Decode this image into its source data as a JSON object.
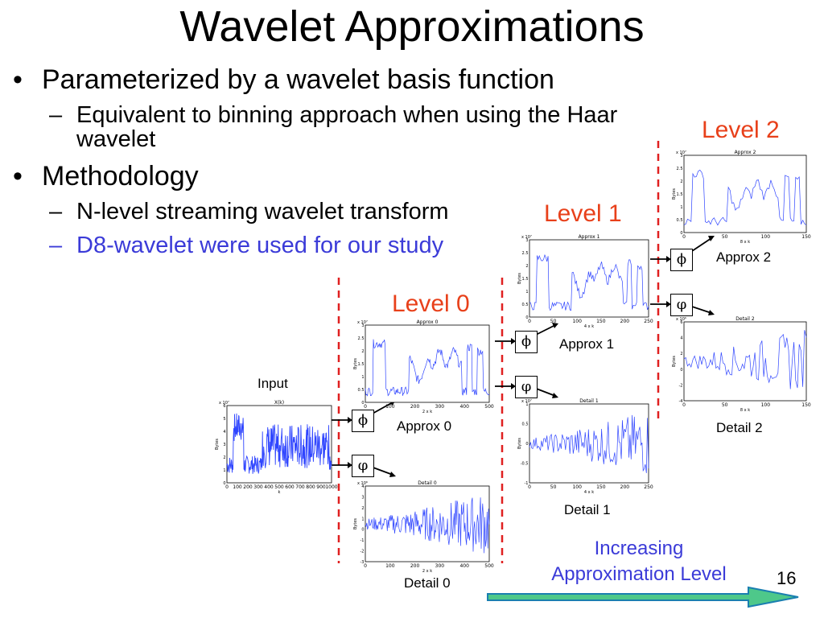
{
  "slide": {
    "title": "Wavelet Approximations",
    "bullets": [
      {
        "text": "Parameterized by a wavelet basis function",
        "sub": [
          {
            "text": "Equivalent to binning approach when using the Haar wavelet"
          }
        ]
      },
      {
        "text": "Methodology",
        "sub": [
          {
            "text": "N-level streaming wavelet transform"
          },
          {
            "text": "D8-wavelet were used for our study",
            "color": "#3b3bd8"
          }
        ]
      }
    ],
    "page_number": "16",
    "increasing_label_line1": "Increasing",
    "increasing_label_line2": "Approximation Level"
  },
  "diagram": {
    "levels": [
      "Level 0",
      "Level 1",
      "Level 2"
    ],
    "input_label": "Input",
    "phi_symbol": "ϕ",
    "psi_symbol": "φ",
    "captions": {
      "approx0": "Approx 0",
      "detail0": "Detail 0",
      "approx1": "Approx 1",
      "detail1": "Detail 1",
      "approx2": "Approx 2",
      "detail2": "Detail 2"
    },
    "plots": {
      "input": {
        "title": "X(k)",
        "xlabel": "k",
        "ylabel": "Bytes",
        "exp": "x 10⁷",
        "xticks": [
          "0",
          "100",
          "200",
          "300",
          "400",
          "500",
          "600",
          "700",
          "800",
          "900",
          "1000"
        ],
        "yticks": [
          "6",
          "5",
          "4",
          "3",
          "2",
          "1",
          "0"
        ]
      },
      "approx0": {
        "title": "Approx 0",
        "xlabel": "2 x k",
        "ylabel": "Bytes",
        "exp": "x 10⁷",
        "xticks": [
          "0",
          "100",
          "200",
          "300",
          "400",
          "500"
        ],
        "yticks": [
          "3",
          "2.5",
          "2",
          "1.5",
          "1",
          "0.5",
          "0"
        ]
      },
      "detail0": {
        "title": "Detail 0",
        "xlabel": "2 x k",
        "ylabel": "Bytes",
        "exp": "x 10⁶",
        "xticks": [
          "0",
          "100",
          "200",
          "300",
          "400",
          "500"
        ],
        "yticks": [
          "4",
          "3",
          "2",
          "1",
          "0",
          "-1",
          "-2",
          "-3"
        ]
      },
      "approx1": {
        "title": "Approx 1",
        "xlabel": "4 x k",
        "ylabel": "Bytes",
        "exp": "x 10⁷",
        "xticks": [
          "0",
          "50",
          "100",
          "150",
          "200",
          "250"
        ],
        "yticks": [
          "3",
          "2.5",
          "2",
          "1.5",
          "1",
          "0.5",
          "0"
        ]
      },
      "detail1": {
        "title": "Detail 1",
        "xlabel": "4 x k",
        "ylabel": "Bytes",
        "exp": "x 10⁷",
        "xticks": [
          "0",
          "50",
          "100",
          "150",
          "200",
          "250"
        ],
        "yticks": [
          "1",
          "0.5",
          "0",
          "-0.5",
          "-1"
        ]
      },
      "approx2": {
        "title": "Approx 2",
        "xlabel": "8 x k",
        "ylabel": "Bytes",
        "exp": "x 10⁷",
        "xticks": [
          "0",
          "50",
          "100",
          "150"
        ],
        "yticks": [
          "3",
          "2.5",
          "2",
          "1.5",
          "1",
          "0.5",
          "0"
        ]
      },
      "detail2": {
        "title": "Detail 2",
        "xlabel": "8 x k",
        "ylabel": "Bytes",
        "exp": "x 10⁶",
        "xticks": [
          "0",
          "50",
          "100",
          "150"
        ],
        "yticks": [
          "6",
          "4",
          "2",
          "0",
          "-2",
          "-4"
        ]
      }
    },
    "colors": {
      "level": "#e8401a",
      "series": "#2f45ff",
      "divider": "#e02020",
      "arrow_fill": "#4ec88a",
      "arrow_stroke": "#1a7fb0",
      "accent_text": "#3b3bd8"
    }
  }
}
